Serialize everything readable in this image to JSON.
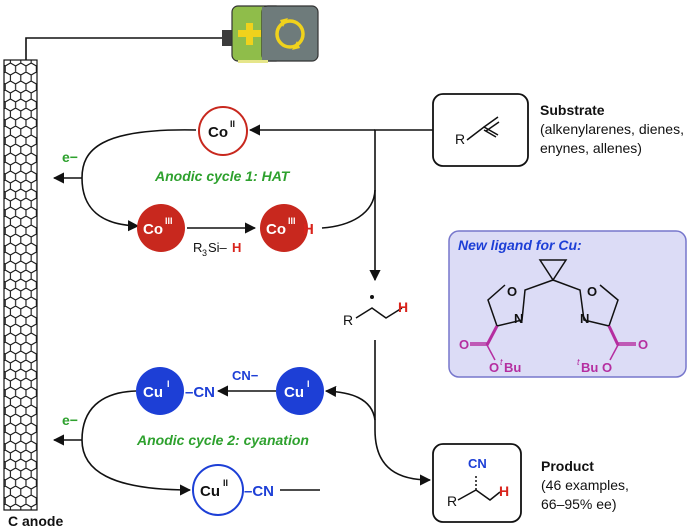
{
  "anode": {
    "label": "C anode"
  },
  "electron": {
    "e_minus": "e−"
  },
  "cycle1": {
    "title": "Anodic cycle 1: HAT",
    "co_ii": {
      "main": "Co",
      "sup": "II"
    },
    "co_iii_a": {
      "main": "Co",
      "sup": "III"
    },
    "co_iii_b": {
      "main": "Co",
      "sup": "III",
      "suffix": "–H"
    },
    "reagent": {
      "r": "R",
      "sub": "3",
      "si": "Si–",
      "h": "H"
    }
  },
  "cycle2": {
    "title": "Anodic cycle 2: cyanation",
    "cu_i_cn": {
      "main": "Cu",
      "sup": "I",
      "suffix": "–CN"
    },
    "cn_minus": "CN−",
    "cu_i": {
      "main": "Cu",
      "sup": "I"
    },
    "cu_ii_cn": {
      "main": "Cu",
      "sup": "II",
      "suffix": "–CN"
    }
  },
  "radical": {
    "r": "R",
    "h": "H"
  },
  "substrate": {
    "title": "Substrate",
    "lines": [
      "(alkenylarenes, dienes,",
      "enynes, allenes)"
    ],
    "r": "R"
  },
  "product": {
    "title": "Product",
    "lines": [
      "(46 examples,",
      "66–95% ee)"
    ],
    "cn": "CN",
    "r": "R",
    "h": "H"
  },
  "ligand": {
    "title": "New ligand for Cu:",
    "o_left": "O",
    "n_left": "N",
    "o_right": "O",
    "n_right": "N",
    "ester_left": {
      "o": "O",
      "t": "t",
      "bu": "Bu"
    },
    "ester_right": {
      "t": "t",
      "bu": "Bu",
      "o": "O"
    },
    "carbonyl_o": "O"
  },
  "colors": {
    "cobalt_red": "#c8281e",
    "copper_blue": "#1d3fd6",
    "green_text": "#2ea12e",
    "magenta": "#b52ea0",
    "h_red": "#d9241c",
    "ligand_box": "#dcdcf6",
    "battery_green": "#8fbd4a",
    "battery_gray": "#6e7b7b",
    "battery_yellow": "#f0d21c"
  }
}
